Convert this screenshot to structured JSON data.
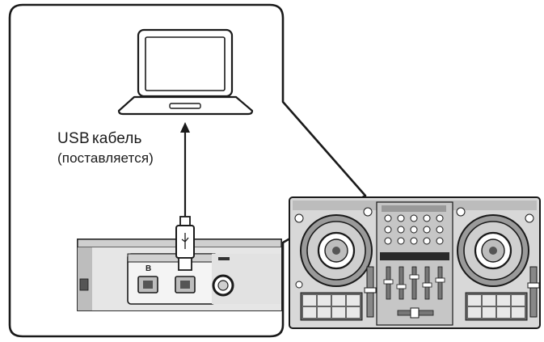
{
  "diagram": {
    "cable_label_usb": "USB",
    "cable_label_word": "кабель",
    "cable_label_sub": "(поставляется)",
    "port_label": "B"
  },
  "icons": {
    "computer": "laptop-icon",
    "cable": "usb-cable-icon",
    "port": "usb-b-port-icon",
    "controller": "dj-controller-icon"
  },
  "colors": {
    "line": "#1a1a1a",
    "panel": "#e4e4e4",
    "device_body": "#d9d9d9",
    "device_dark": "#3a3a3a"
  }
}
